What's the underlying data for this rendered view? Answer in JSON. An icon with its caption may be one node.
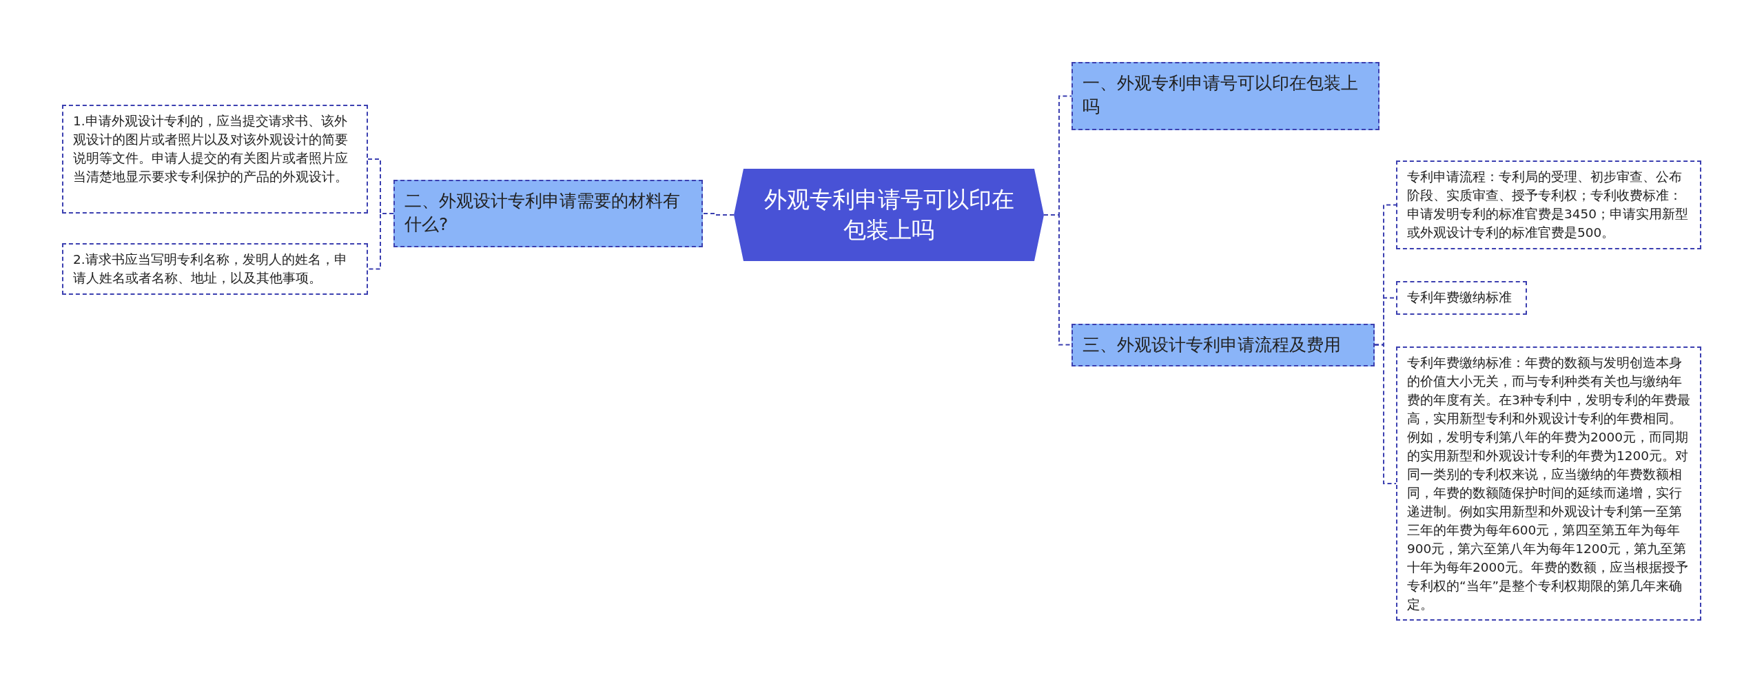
{
  "diagram": {
    "nodes": [
      {
        "text": [
          "外观专利申请号可以印在包装上吗"
        ]
      },
      {
        "text": [
          "二、外观设计专利申请需要的材料有什么?"
        ]
      },
      {
        "text": [
          "1.申请外观设计专利的，应当提交请求书、该外观设计的图片或者照片以及对该外观设计的简要说明等文件。申请人提交的有关图片或者照片应当清楚地显示要求专利保护的产品的外观设计。"
        ]
      },
      {
        "text": [
          "2.请求书应当写明专利名称，发明人的姓名，申请人姓名或者名称、地址，以及其他事项。"
        ]
      },
      {
        "text": [
          "一、外观专利申请号可以印在包装上吗"
        ]
      },
      {
        "text": [
          "三、外观设计专利申请流程及费用"
        ]
      },
      {
        "text": [
          "专利申请流程：专利局的受理、初步审查、公布阶段、实质审查、授予专利权；专利收费标准：申请发明专利的标准官费是3450；申请实用新型或外观设计专利的标准官费是500。"
        ]
      },
      {
        "text": [
          "专利年费缴纳标准"
        ]
      },
      {
        "text": [
          "专利年费缴纳标准：年费的数额与发明创造本身的价值大小无关，而与专利种类有关也与缴纳年费的年度有关。在3种专利中，发明专利的年费最高，实用新型专利和外观设计专利的年费相同。例如，发明专利第八年的年费为2000元，而同期的实用新型和外观设计专利的年费为1200元。对同一类别的专利权来说，应当缴纳的年费数额相同，年费的数额随保护时间的延续而递增，实行递进制。例如实用新型和外观设计专利第一至第三年的年费为每年600元，第四至第五年为每年900元，第六至第八年为每年1200元，第九至第十年为每年2000元。年费的数额，应当根据授予专利权的“当年”是整个专利权期限的第几年来确定。"
        ]
      }
    ],
    "edges": [
      {
        "from": 0,
        "to": 1,
        "arrow": "none",
        "style": "dashed"
      },
      {
        "from": 1,
        "to": 2,
        "arrow": "none",
        "style": "dashed"
      },
      {
        "from": 1,
        "to": 3,
        "arrow": "none",
        "style": "dashed"
      },
      {
        "from": 0,
        "to": 4,
        "arrow": "none",
        "style": "dashed"
      },
      {
        "from": 0,
        "to": 5,
        "arrow": "none",
        "style": "dashed"
      },
      {
        "from": 5,
        "to": 6,
        "arrow": "none",
        "style": "dashed"
      },
      {
        "from": 5,
        "to": 7,
        "arrow": "none",
        "style": "dashed"
      },
      {
        "from": 5,
        "to": 8,
        "arrow": "none",
        "style": "dashed"
      }
    ]
  }
}
